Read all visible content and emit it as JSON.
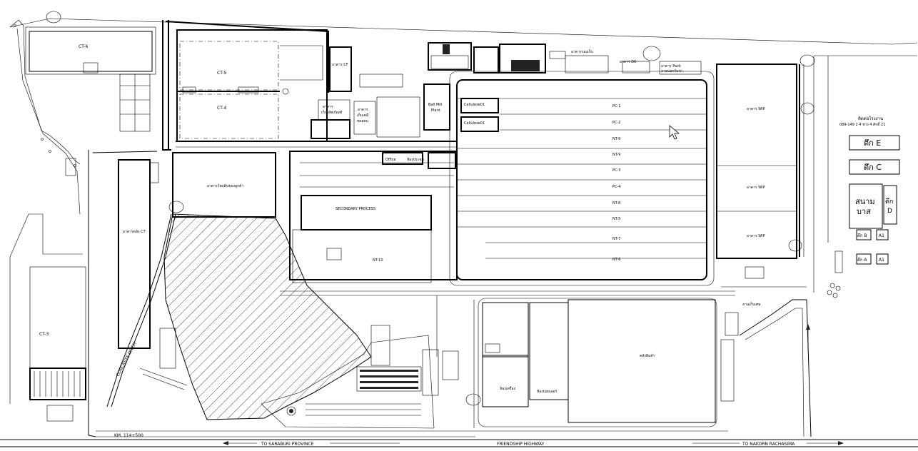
{
  "labels": {
    "ct6": "CT-6",
    "ct5": "CT-5",
    "ct4": "CT-4",
    "ct3": "CT-3",
    "ct_building": "อาคารคลัง CT",
    "store_cf": "อาคาร CF",
    "store_top": "อาคารรองเก็บ",
    "top_right_pack": "อาคาร Pack",
    "top_right_sub": "ภายนอกรับรก",
    "top_dk": "อาคาร DK",
    "sec_left": "อาคาร",
    "sec_left_sub": "เก็บผลิตภัณฑ์",
    "sec_mid": "อาคาร",
    "sec_mid_sub": "เก็บเคมี",
    "sec_mid_sub2": "ทดสอบ",
    "ball_mill": "Ball Mill",
    "ball_mill_sub": "Plant",
    "cellulose1": "Cellulose01",
    "cellulose2": "Cellulose01",
    "office": "Office",
    "canteen": "ห้องประชุม",
    "raw_store": "อาคารวัตถุดิบของลูกค้า",
    "secondary": "SECONDARY PROCESS",
    "nt10": "NT-10",
    "pc1": "PC-1",
    "pc2": "PC-2",
    "pc3": "PC-3",
    "pc4": "PC-4",
    "nt9a": "NT-9",
    "nt9b": "NT-9",
    "nt8": "NT-8",
    "nt7": "NT-7",
    "nt6": "NT-6",
    "nt5": "NT-5",
    "wip1": "อาคาร WIP",
    "wip2": "อาคาร WIP",
    "wip3": "อาคาร WIP",
    "concrete_ditch": "CONCRETE DITCH",
    "km": "KM. 114+500",
    "to_saraburi": "TO SARABURI PROVINCE",
    "friendship": "FRIENDSHIP HIGHWAY",
    "to_nakorn": "TO NAKORN RACHASIMA",
    "contact_title": "ติดต่อโรงงาน",
    "contact_phone": "089-149 2 4 ช่าง 4 ศักดิ์ 21",
    "bldg_e": "ตึก E",
    "bldg_c": "ตึก C",
    "field_top": "สนาม",
    "field_bot": "บาส",
    "bldg_d_top": "ตึก",
    "bldg_d_bot": "D",
    "bldg_b": "ตึก B",
    "bldg_a1": "A1",
    "bldg_a2": "A1",
    "bldg_a3": "ตึก A",
    "warehouse_big": "คลังสินค้า",
    "guard": "ห้องเครื่อง",
    "boiler": "ห้องบอยเลอร์",
    "scrap": "ลานเก็บเศษ"
  }
}
